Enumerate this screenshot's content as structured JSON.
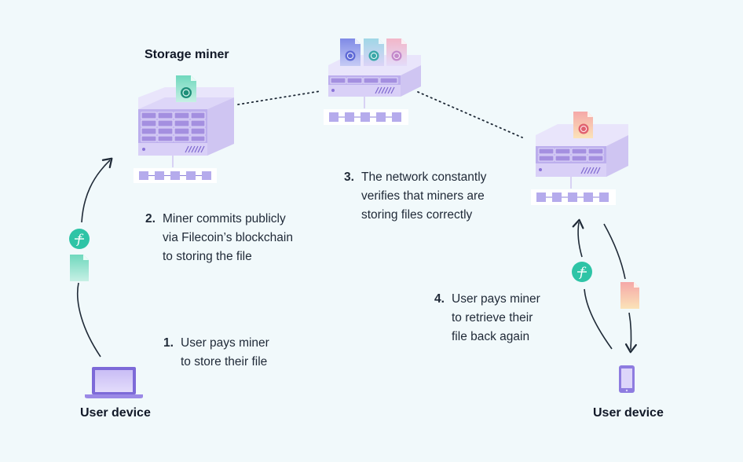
{
  "titles": {
    "storage_miner": "Storage miner",
    "user_device_left": "User device",
    "user_device_right": "User device"
  },
  "steps": [
    {
      "num": "1.",
      "lines": [
        "User pays miner",
        "to store their file"
      ]
    },
    {
      "num": "2.",
      "lines": [
        "Miner commits publicly",
        "via Filecoin’s blockchain",
        "to storing the file"
      ]
    },
    {
      "num": "3.",
      "lines": [
        "The network constantly",
        "verifies that miners are",
        "storing files correctly"
      ]
    },
    {
      "num": "4.",
      "lines": [
        "User pays miner",
        "to retrieve their",
        "file back again"
      ]
    }
  ],
  "colors": {
    "server_top": "#e8e4fb",
    "server_side": "#cdc3f2",
    "server_front": "#b9a8ec",
    "slot": "#a48fe0",
    "file_green": "#5fd1b4",
    "file_blue": "#8c97e9",
    "file_pink": "#f3a6a6",
    "file_peach": "#f7c9a6",
    "coin": "#2ec4a6",
    "arrow": "#1f2a37"
  },
  "icons": [
    "server-icon",
    "file-icon",
    "filecoin-coin-icon",
    "blockchain-icon",
    "laptop-icon",
    "phone-icon",
    "arrow-icon"
  ]
}
